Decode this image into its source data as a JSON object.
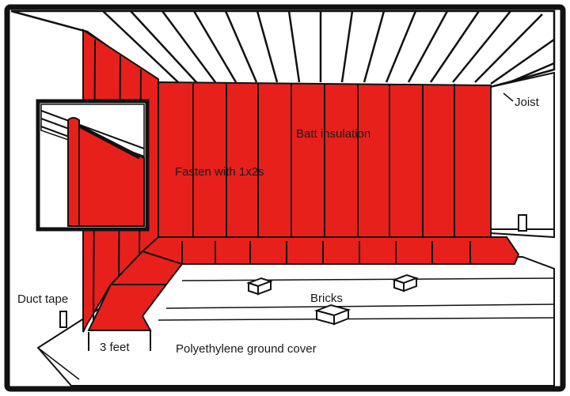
{
  "labels": {
    "joist": "Joist",
    "batt_insulation": "Batt insulation",
    "fasten": "Fasten with 1x2s",
    "duct_tape": "Duct tape",
    "bricks": "Bricks",
    "three_feet": "3 feet",
    "ground_cover": "Polyethylene ground cover"
  },
  "colors": {
    "insulation": "#e8201c",
    "outline": "#111111",
    "background": "#ffffff"
  }
}
